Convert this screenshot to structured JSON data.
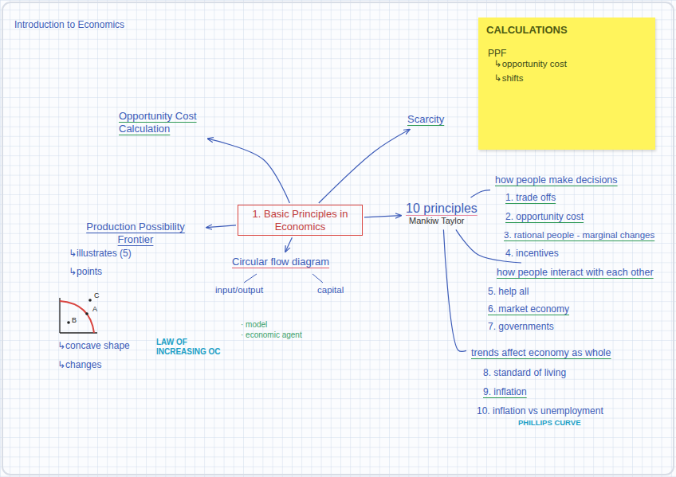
{
  "diagram": {
    "title": "Introduction to Economics",
    "nodes": [
      {
        "text": [
          "CALCULATIONS",
          "PPF",
          "↳opportunity cost",
          "↳shifts"
        ]
      },
      {
        "text": [
          "Opportunity Cost Calculation"
        ]
      },
      {
        "text": [
          "Scarcity"
        ]
      },
      {
        "text": [
          "1. Basic Principles in Economics"
        ]
      },
      {
        "text": [
          "10 principles",
          "Mankiw Taylor"
        ]
      },
      {
        "text": [
          "Production Possibility Frontier"
        ]
      },
      {
        "text": [
          "Circular flow diagram"
        ]
      },
      {
        "text": [
          "how people make decisions"
        ]
      },
      {
        "text": [
          "how people interact with each other"
        ]
      },
      {
        "text": [
          "trends affect economy as whole"
        ]
      }
    ],
    "edges": [
      {
        "from": 3,
        "to": 1,
        "arrow": "to"
      },
      {
        "from": 3,
        "to": 2,
        "arrow": "to"
      },
      {
        "from": 3,
        "to": 4,
        "arrow": "to"
      },
      {
        "from": 3,
        "to": 5,
        "arrow": "to"
      },
      {
        "from": 3,
        "to": 6,
        "arrow": "to"
      },
      {
        "from": 4,
        "to": 7,
        "arrow": "none"
      },
      {
        "from": 4,
        "to": 8,
        "arrow": "none"
      },
      {
        "from": 4,
        "to": 9,
        "arrow": "none"
      }
    ],
    "labels": [
      "↳illustrates (5)",
      "↳points",
      "B",
      "A",
      "C",
      "↳concave shape",
      "LAW OF INCREASING OC",
      "↳changes",
      "input/output",
      "capital",
      "· model",
      "· economic agent",
      "1. trade offs",
      "2. opportunity cost",
      "3. rational people - marginal changes",
      "4. incentives",
      "5. help all",
      "6. market economy",
      "7. governments",
      "8. standard of living",
      "9. inflation",
      "10. inflation vs unemployment",
      "PHILLIPS CURVE"
    ]
  }
}
